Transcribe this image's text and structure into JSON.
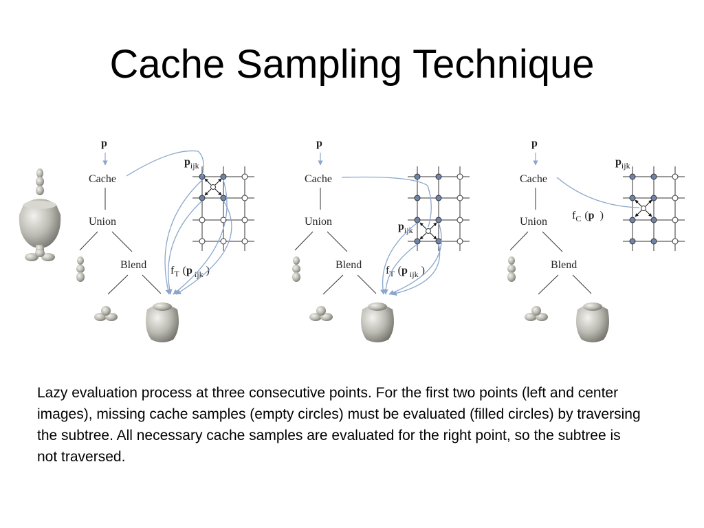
{
  "slide": {
    "title": "Cache Sampling Technique",
    "caption": "Lazy evaluation process at three consecutive points. For the first two points (left and center images), missing cache samples (empty circles) must be evaluated (filled circles) by traversing the subtree. All necessary cache samples are evaluated for the right point, so the subtree is not traversed."
  },
  "tree": {
    "point": "p",
    "cache": "Cache",
    "union": "Union",
    "blend": "Blend"
  },
  "labels": {
    "p_main": "p",
    "p_sub": "ijk",
    "fT_f": "f",
    "fT_sub": "T",
    "fC_sub": "C",
    "paren_open": "(",
    "paren_close": ")"
  },
  "colors": {
    "filled_node": "#6f84a8",
    "empty_node": "#ffffff",
    "arrow": "#8aa6cc",
    "grid": "#333333"
  }
}
